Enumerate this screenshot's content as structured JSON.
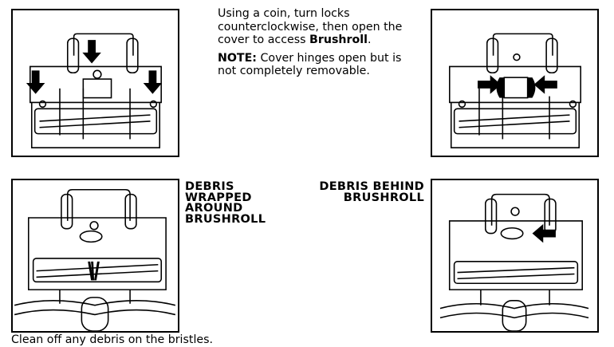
{
  "instructions": {
    "step_text": "Using a coin, turn locks counterclockwise, then open the cover to access ",
    "step_bold": "Brushroll",
    "step_end": ".",
    "note_label": "NOTE:",
    "note_text": " Cover hinges open but is not completely removable."
  },
  "captions": {
    "wrapped": "DEBRIS\nWRAPPED\nAROUND\nBRUSHROLL",
    "behind": "DEBRIS BEHIND\nBRUSHROLL"
  },
  "footer": {
    "text": "Clean off any debris on the bristles."
  }
}
